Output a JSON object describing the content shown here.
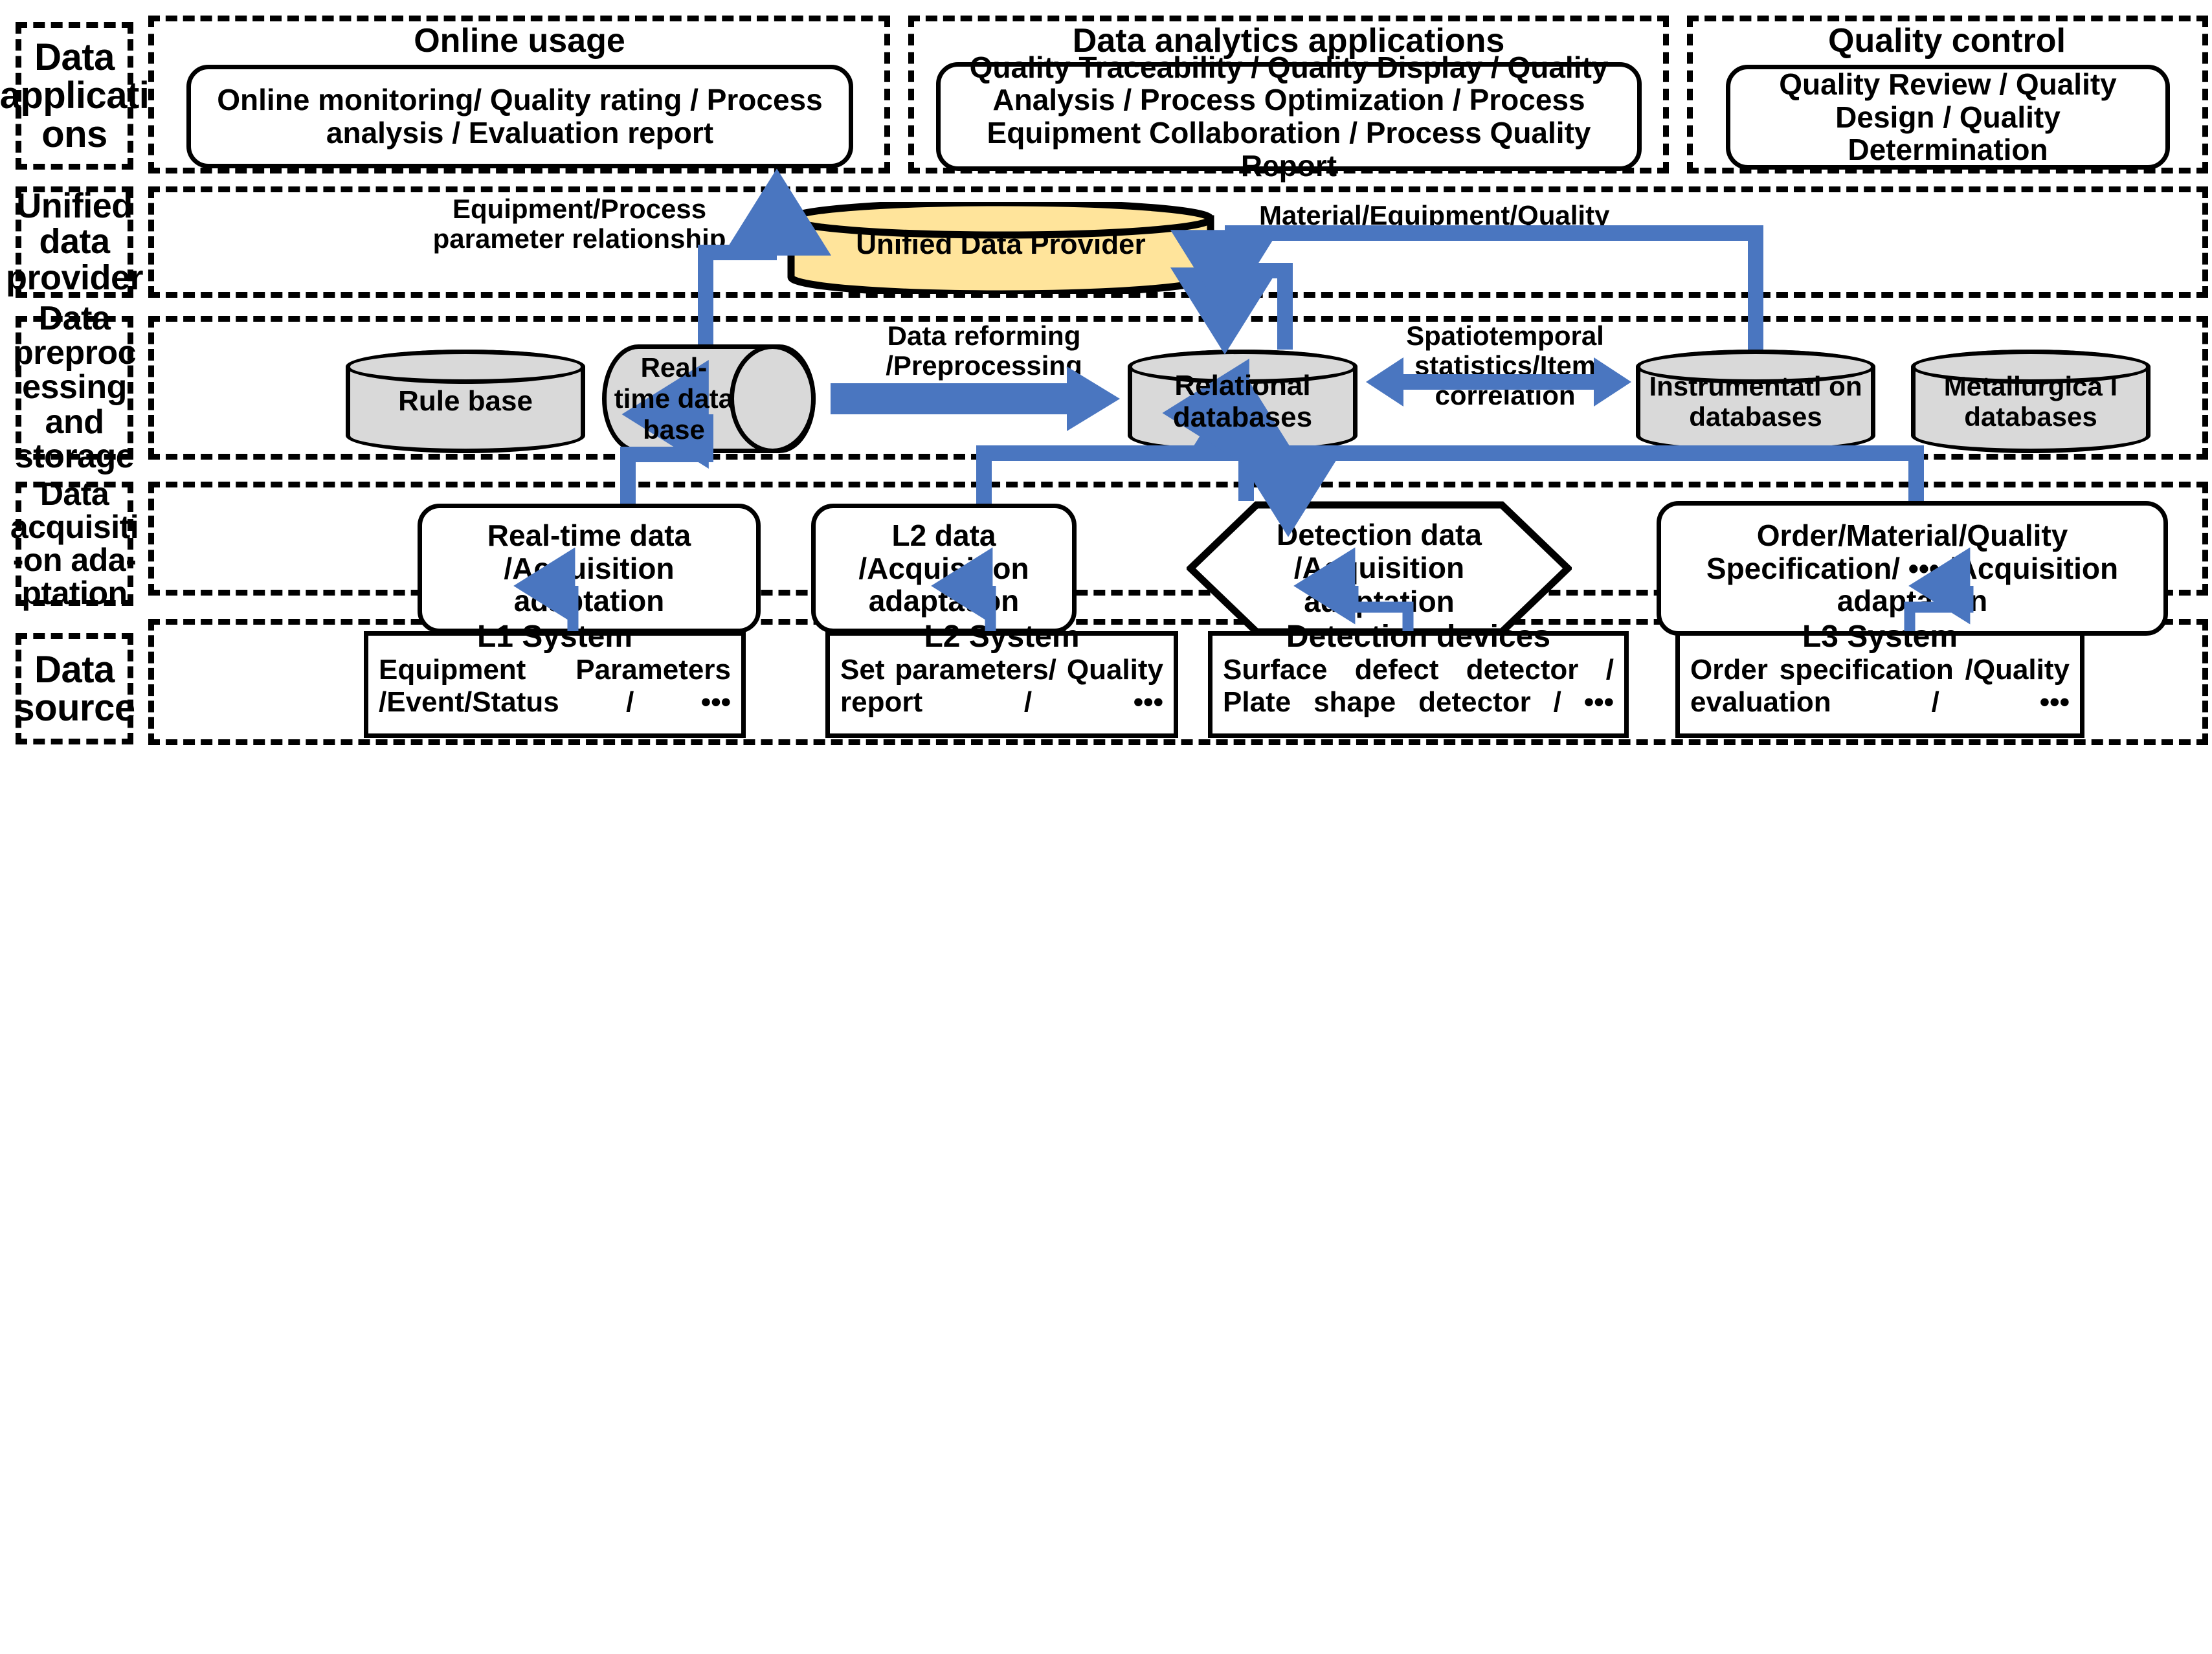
{
  "theme": {
    "arrow_blue": "#4a76c0",
    "cylinder_gray": "#d9d9d9",
    "provider_yellow": "#ffe49b",
    "outline_black": "#000000",
    "background": "#ffffff"
  },
  "rows": [
    {
      "id": "data-applications",
      "label": "Data applicati ons"
    },
    {
      "id": "unified-data-provider",
      "label": "Unified data provider"
    },
    {
      "id": "data-preprocessing-storage",
      "label": "Data preproc essing and storage"
    },
    {
      "id": "data-acquisition-adaptation",
      "label": "Data acquisiti -on ada- ptation"
    },
    {
      "id": "data-source",
      "label": "Data source"
    }
  ],
  "row_labels": {
    "data_applications": [
      "Data",
      "applicati",
      "ons"
    ],
    "unified_data_provider": [
      "Unified",
      "data",
      "provider"
    ],
    "data_preprocessing": [
      "Data",
      "preproc",
      "essing",
      "and",
      "storage"
    ],
    "data_acquisition": [
      "Data",
      "acquisiti",
      "-on ada-",
      "ptation"
    ],
    "data_source": [
      "Data",
      "source"
    ]
  },
  "applications": {
    "groups": [
      {
        "title": "Online usage",
        "body": "Online monitoring/ Quality rating / Process analysis / Evaluation report"
      },
      {
        "title": "Data analytics applications",
        "body": "Quality Traceability / Quality Display / Quality Analysis / Process Optimization / Process Equipment Collaboration / Process Quality Report"
      },
      {
        "title": "Quality control",
        "body": "Quality Review / Quality Design / Quality Determination"
      }
    ]
  },
  "provider": {
    "node_label": "Unified Data Provider",
    "edge_labels": {
      "left": "Equipment/Process parameter relationship",
      "right": "Material/Equipment/Quality"
    }
  },
  "storage": {
    "nodes": [
      {
        "name": "rule-base",
        "label": "Rule base",
        "shape": "cylinder-vertical"
      },
      {
        "name": "real-time-database",
        "label": "Real- time data base",
        "shape": "cylinder-horizontal"
      },
      {
        "name": "relational-databases",
        "label": "Relational databases",
        "shape": "cylinder-vertical"
      },
      {
        "name": "instrumentation-databases",
        "label": "Instrumentati on databases",
        "shape": "cylinder-vertical"
      },
      {
        "name": "metallurgical-databases",
        "label": "Metallurgica l databases",
        "shape": "cylinder-vertical"
      }
    ],
    "edge_labels": {
      "reforming": "Data reforming /Preprocessing results",
      "spatiotemporal": "Spatiotemporal statistics/Item correlation"
    }
  },
  "acquisition": {
    "nodes": [
      {
        "name": "real-time-data-acquisition",
        "label": "Real-time data /Acquisition adaptation",
        "shape": "rounded-rect"
      },
      {
        "name": "l2-data-acquisition",
        "label": "L2 data /Acquisition adaptation",
        "shape": "rounded-rect"
      },
      {
        "name": "detection-data-acquisition",
        "label": "Detection data /Acquisition adaptation",
        "shape": "hexagon"
      },
      {
        "name": "order-material-quality-acquisition",
        "label": "Order/Material/Quality Specification/ ••• /Acquisition adaptation",
        "shape": "rounded-rect"
      }
    ]
  },
  "sources": [
    {
      "name": "l1-system",
      "title": "L1 System",
      "body": "Equipment Parameters /Event/Status / •••"
    },
    {
      "name": "l2-system",
      "title": "L2 System",
      "body": "Set parameters/ Quality report / •••"
    },
    {
      "name": "detection-devices",
      "title": "Detection devices",
      "body": "Surface defect detector / Plate shape detector / •••"
    },
    {
      "name": "l3-system",
      "title": "L3 System",
      "body": "Order specification /Quality evaluation / •••"
    }
  ]
}
